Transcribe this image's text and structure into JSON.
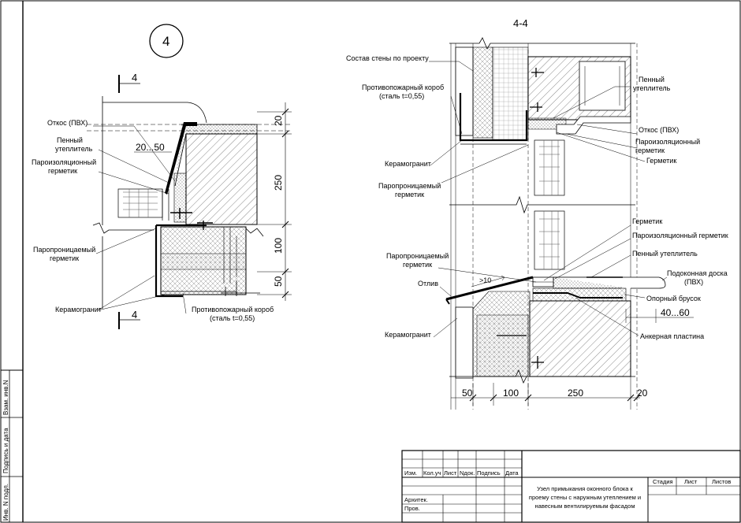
{
  "detail_a": {
    "number": "4",
    "cut_top": "4",
    "cut_bottom": "4",
    "dims": {
      "d20": "20",
      "d250": "250",
      "d100": "100",
      "d50": "50",
      "d20_50": "20...50"
    },
    "labels": {
      "otkos": "Откос (ПВХ)",
      "penny": [
        "Пенный",
        "утеплитель"
      ],
      "paroizol": [
        "Пароизоляционный",
        "герметик"
      ],
      "paropron": [
        "Паропроницаемый",
        "герметик"
      ],
      "keramogranit": "Керамогранит",
      "korob": [
        "Противопожарный короб",
        "(сталь t=0,55)"
      ]
    }
  },
  "detail_b": {
    "title": "4-4",
    "labels": {
      "sostav": "Состав стены по проекту",
      "korob": [
        "Противопожарный короб",
        "(сталь t=0,55)"
      ],
      "keramogranit_1": "Керамогранит",
      "paropron_1": [
        "Паропроницаемый",
        "герметик"
      ],
      "penny_1": [
        "Пенный",
        "утеплитель"
      ],
      "otkos": "Откос (ПВХ)",
      "paroizol_1": [
        "Пароизоляционный",
        "герметик"
      ],
      "germetik_1": "Герметик",
      "germetik_2": "Герметик",
      "paroizol_2": "Пароизоляционный герметик",
      "penny_2": "Пенный утеплитель",
      "paropron_2": [
        "Паропроницаемый",
        "герметик"
      ],
      "podokon": [
        "Подоконная доска",
        "(ПВХ)"
      ],
      "otliv": "Отлив",
      "slope": ">10",
      "oporny": "Опорный брусок",
      "ankernaya": "Анкерная пластина",
      "keramogranit_2": "Керамогранит"
    },
    "dims": {
      "d50": "50",
      "d100": "100",
      "d250": "250",
      "d20": "20",
      "d40_60": "40...60"
    }
  },
  "side_stamp": [
    "Взам. инв.N",
    "Подпись и дата",
    "Инв. N подл."
  ],
  "title_block": {
    "columns": [
      "Изм.",
      "Кол.уч",
      "Лист",
      "Nдок.",
      "Подпись",
      "Дата"
    ],
    "roles": [
      "Архитек.",
      "Пров."
    ],
    "description": [
      "Узел примыкания оконного блока к",
      "проему стены с наружным утеплением и",
      "навесным вентилируемым фасадом"
    ],
    "stage_headers": [
      "Стадия",
      "Лист",
      "Листов"
    ]
  }
}
